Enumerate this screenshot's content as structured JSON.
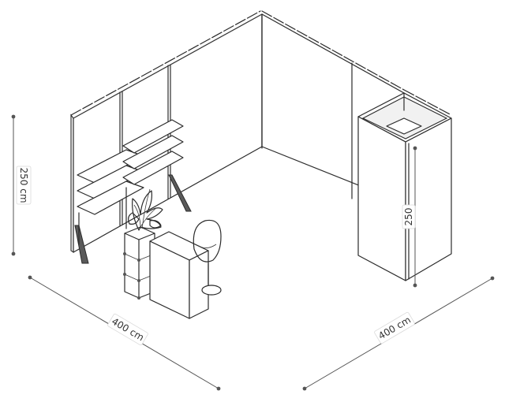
{
  "dimensions": {
    "height_left": "250 cm",
    "height_cabin": "250",
    "depth_left": "400 cm",
    "width_right": "400 cm"
  }
}
